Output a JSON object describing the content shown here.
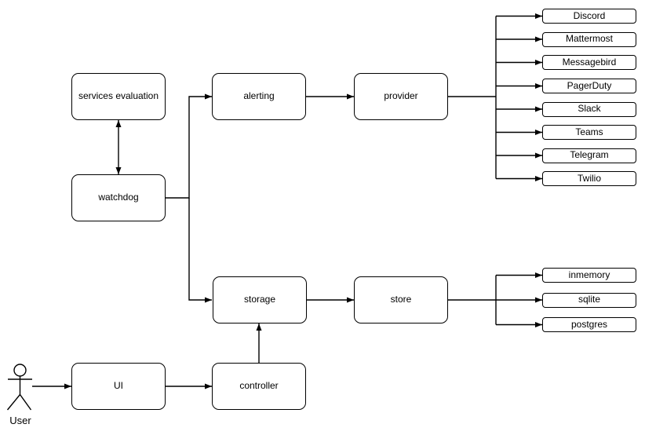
{
  "diagram": {
    "background_color": "#ffffff",
    "line_color": "#000000",
    "node_fill_color": "#ffffff",
    "nodes": {
      "services_evaluation": {
        "label": "services evaluation"
      },
      "watchdog": {
        "label": "watchdog"
      },
      "alerting": {
        "label": "alerting"
      },
      "provider": {
        "label": "provider"
      },
      "storage": {
        "label": "storage"
      },
      "store": {
        "label": "store"
      },
      "ui": {
        "label": "UI"
      },
      "controller": {
        "label": "controller"
      }
    },
    "provider_targets": [
      "Discord",
      "Mattermost",
      "Messagebird",
      "PagerDuty",
      "Slack",
      "Teams",
      "Telegram",
      "Twilio"
    ],
    "store_targets": [
      "inmemory",
      "sqlite",
      "postgres"
    ],
    "actor": {
      "label": "User"
    },
    "edges": [
      {
        "from": "services_evaluation",
        "to": "watchdog",
        "arrow": "both"
      },
      {
        "from": "watchdog",
        "to": "alerting",
        "arrow": "end"
      },
      {
        "from": "watchdog",
        "to": "storage",
        "arrow": "end"
      },
      {
        "from": "alerting",
        "to": "provider",
        "arrow": "end"
      },
      {
        "from": "provider",
        "to": "Discord",
        "arrow": "end"
      },
      {
        "from": "provider",
        "to": "Mattermost",
        "arrow": "end"
      },
      {
        "from": "provider",
        "to": "Messagebird",
        "arrow": "end"
      },
      {
        "from": "provider",
        "to": "PagerDuty",
        "arrow": "end"
      },
      {
        "from": "provider",
        "to": "Slack",
        "arrow": "end"
      },
      {
        "from": "provider",
        "to": "Teams",
        "arrow": "end"
      },
      {
        "from": "provider",
        "to": "Telegram",
        "arrow": "end"
      },
      {
        "from": "provider",
        "to": "Twilio",
        "arrow": "end"
      },
      {
        "from": "storage",
        "to": "store",
        "arrow": "end"
      },
      {
        "from": "store",
        "to": "inmemory",
        "arrow": "end"
      },
      {
        "from": "store",
        "to": "sqlite",
        "arrow": "end"
      },
      {
        "from": "store",
        "to": "postgres",
        "arrow": "end"
      },
      {
        "from": "User",
        "to": "ui",
        "arrow": "end"
      },
      {
        "from": "ui",
        "to": "controller",
        "arrow": "end"
      },
      {
        "from": "controller",
        "to": "storage",
        "arrow": "end"
      }
    ]
  }
}
